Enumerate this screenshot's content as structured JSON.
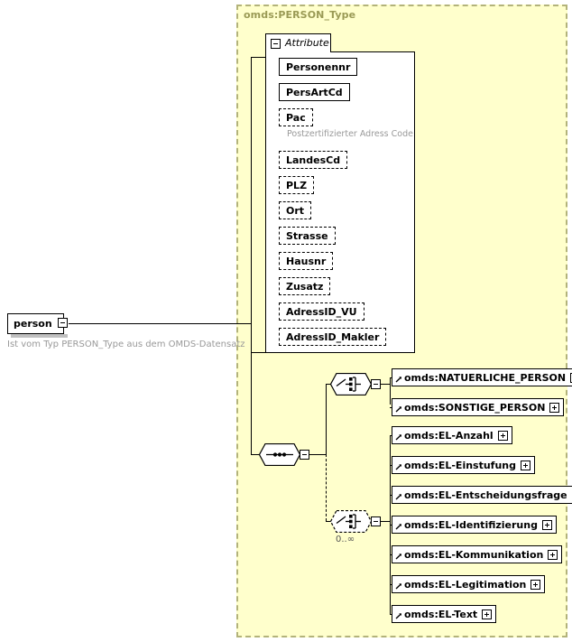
{
  "diagram": {
    "kind": "xsd-schema-diagram",
    "type_container": {
      "title": "omds:PERSON_Type",
      "border_style": "dashed",
      "fill_color": "#ffffcc",
      "title_color": "#9a9a55"
    },
    "root_element": {
      "name": "person",
      "expander": "minus",
      "annotation": "Ist vom Typ PERSON_Type aus dem OMDS-Datensatz"
    },
    "attribute_panel": {
      "tab_label": "Attribute",
      "tab_expander": "minus",
      "attributes": [
        {
          "name": "Personennr",
          "optional": false,
          "annotation": null
        },
        {
          "name": "PersArtCd",
          "optional": false,
          "annotation": null
        },
        {
          "name": "Pac",
          "optional": true,
          "annotation": "Postzertifizierter Adress Code"
        },
        {
          "name": "LandesCd",
          "optional": true,
          "annotation": null
        },
        {
          "name": "PLZ",
          "optional": true,
          "annotation": null
        },
        {
          "name": "Ort",
          "optional": true,
          "annotation": null
        },
        {
          "name": "Strasse",
          "optional": true,
          "annotation": null
        },
        {
          "name": "Hausnr",
          "optional": true,
          "annotation": null
        },
        {
          "name": "Zusatz",
          "optional": true,
          "annotation": null
        },
        {
          "name": "AdressID_VU",
          "optional": true,
          "annotation": null
        },
        {
          "name": "AdressID_Makler",
          "optional": true,
          "annotation": null
        }
      ]
    },
    "compositors": [
      {
        "id": "sequence-root",
        "kind": "sequence",
        "optional": false,
        "expander": "minus",
        "cardinality": null
      },
      {
        "id": "choice-person",
        "kind": "choice",
        "optional": false,
        "expander": "minus",
        "cardinality": null
      },
      {
        "id": "choice-el",
        "kind": "choice",
        "optional": true,
        "expander": "minus",
        "cardinality": "0..∞"
      }
    ],
    "choice_person_elements": [
      {
        "name": "omds:NATUERLICHE_PERSON",
        "expander": "plus",
        "reference": true
      },
      {
        "name": "omds:SONSTIGE_PERSON",
        "expander": "plus",
        "reference": true
      }
    ],
    "choice_el_elements": [
      {
        "name": "omds:EL-Anzahl",
        "expander": "plus",
        "reference": true
      },
      {
        "name": "omds:EL-Einstufung",
        "expander": "plus",
        "reference": true
      },
      {
        "name": "omds:EL-Entscheidungsfrage",
        "expander": "plus",
        "reference": true
      },
      {
        "name": "omds:EL-Identifizierung",
        "expander": "plus",
        "reference": true
      },
      {
        "name": "omds:EL-Kommunikation",
        "expander": "plus",
        "reference": true
      },
      {
        "name": "omds:EL-Legitimation",
        "expander": "plus",
        "reference": true
      },
      {
        "name": "omds:EL-Text",
        "expander": "plus",
        "reference": true
      }
    ]
  }
}
